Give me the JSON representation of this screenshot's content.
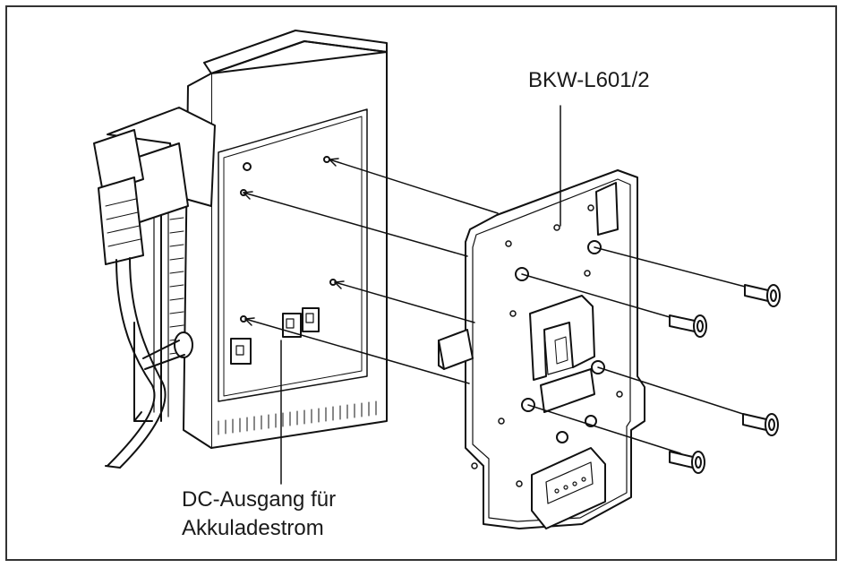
{
  "diagram": {
    "model_label": "BKW-L601/2",
    "output_label_line1": "DC-Ausgang für",
    "output_label_line2": "Akkuladestrom"
  }
}
